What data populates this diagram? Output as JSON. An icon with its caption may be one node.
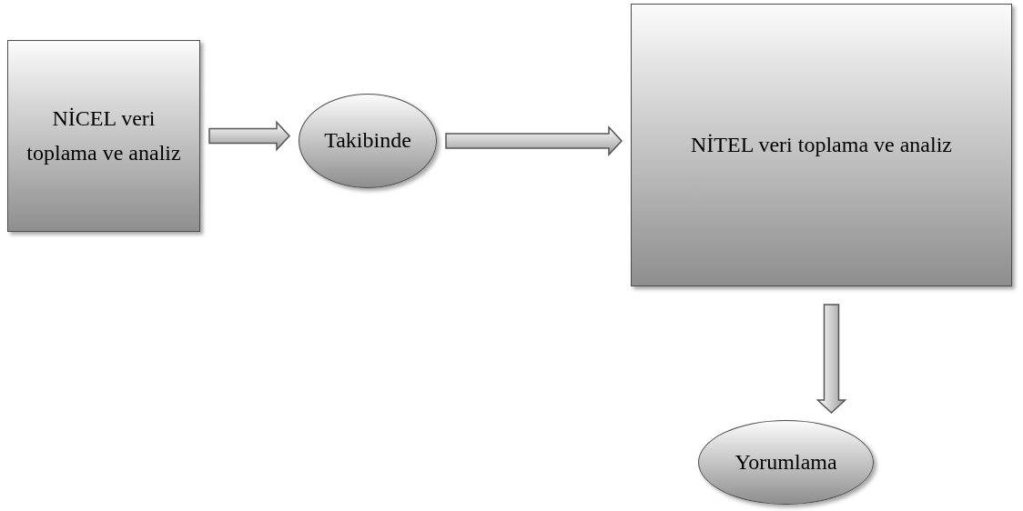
{
  "diagram": {
    "nodes": [
      {
        "text": [
          "NİCEL veri toplama ve analiz"
        ]
      },
      {
        "text": [
          "Takibinde"
        ]
      },
      {
        "text": [
          "NİTEL veri toplama ve analiz"
        ]
      },
      {
        "text": [
          "Yorumlama"
        ]
      }
    ],
    "edges": [
      {
        "from": 0,
        "to": 1,
        "arrow": "to"
      },
      {
        "from": 1,
        "to": 2,
        "arrow": "to"
      },
      {
        "from": 2,
        "to": 3,
        "arrow": "to"
      }
    ]
  }
}
